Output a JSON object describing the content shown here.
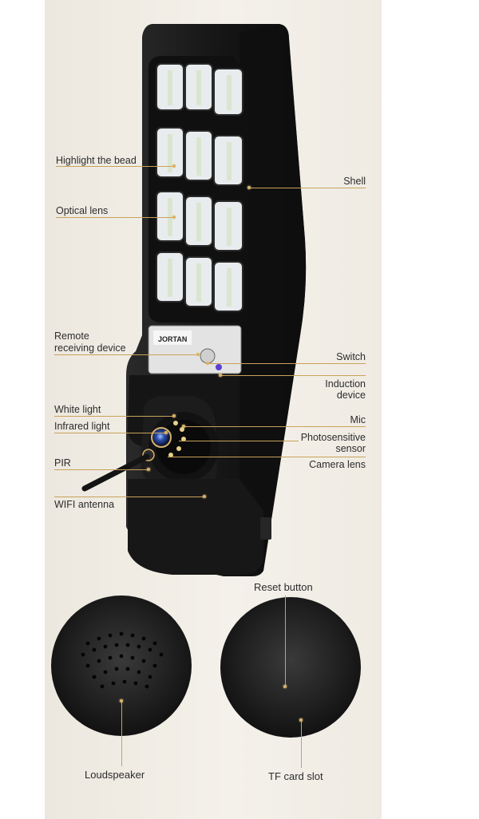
{
  "brand": "JORTAN",
  "callouts": {
    "highlight_bead": "Highlight the bead",
    "optical_lens": "Optical lens",
    "shell": "Shell",
    "remote_line1": "Remote",
    "remote_line2": "receiving device",
    "switch": "Switch",
    "induction_line1": "Induction",
    "induction_line2": "device",
    "white_light": "White light",
    "infrared_light": "Infrared light",
    "mic": "Mic",
    "photo_line1": "Photosensitive",
    "photo_line2": "sensor",
    "pir": "PIR",
    "camera_lens": "Camera lens",
    "wifi_antenna": "WIFI antenna",
    "reset_button": "Reset button",
    "loudspeaker": "Loudspeaker",
    "tf_card_slot": "TF card slot"
  },
  "colors": {
    "panel_bg": "#f0ece4",
    "device_body": "#1b1b1b",
    "callout_line": "#c9a25a",
    "led_cell": "#e9ecee"
  }
}
